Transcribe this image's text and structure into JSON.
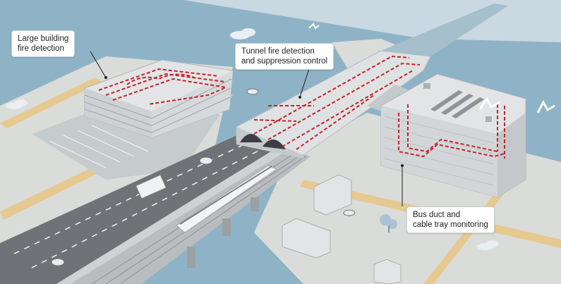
{
  "callouts": {
    "building": {
      "line1": "Large building",
      "line2": "fire detection"
    },
    "tunnel": {
      "line1": "Tunnel fire detection",
      "line2": "and suppression control"
    },
    "busduct": {
      "line1": "Bus duct and",
      "line2": "cable tray monitoring"
    }
  },
  "colors": {
    "water": "#8fb3c6",
    "land": "#d9dcd8",
    "road_edge": "#e6c98f",
    "highway": "#6f7276",
    "bridge": "#cfd2d4",
    "building": "#e2e4e5",
    "detection_line": "#c8202a",
    "callout_bg": "#ffffff"
  }
}
